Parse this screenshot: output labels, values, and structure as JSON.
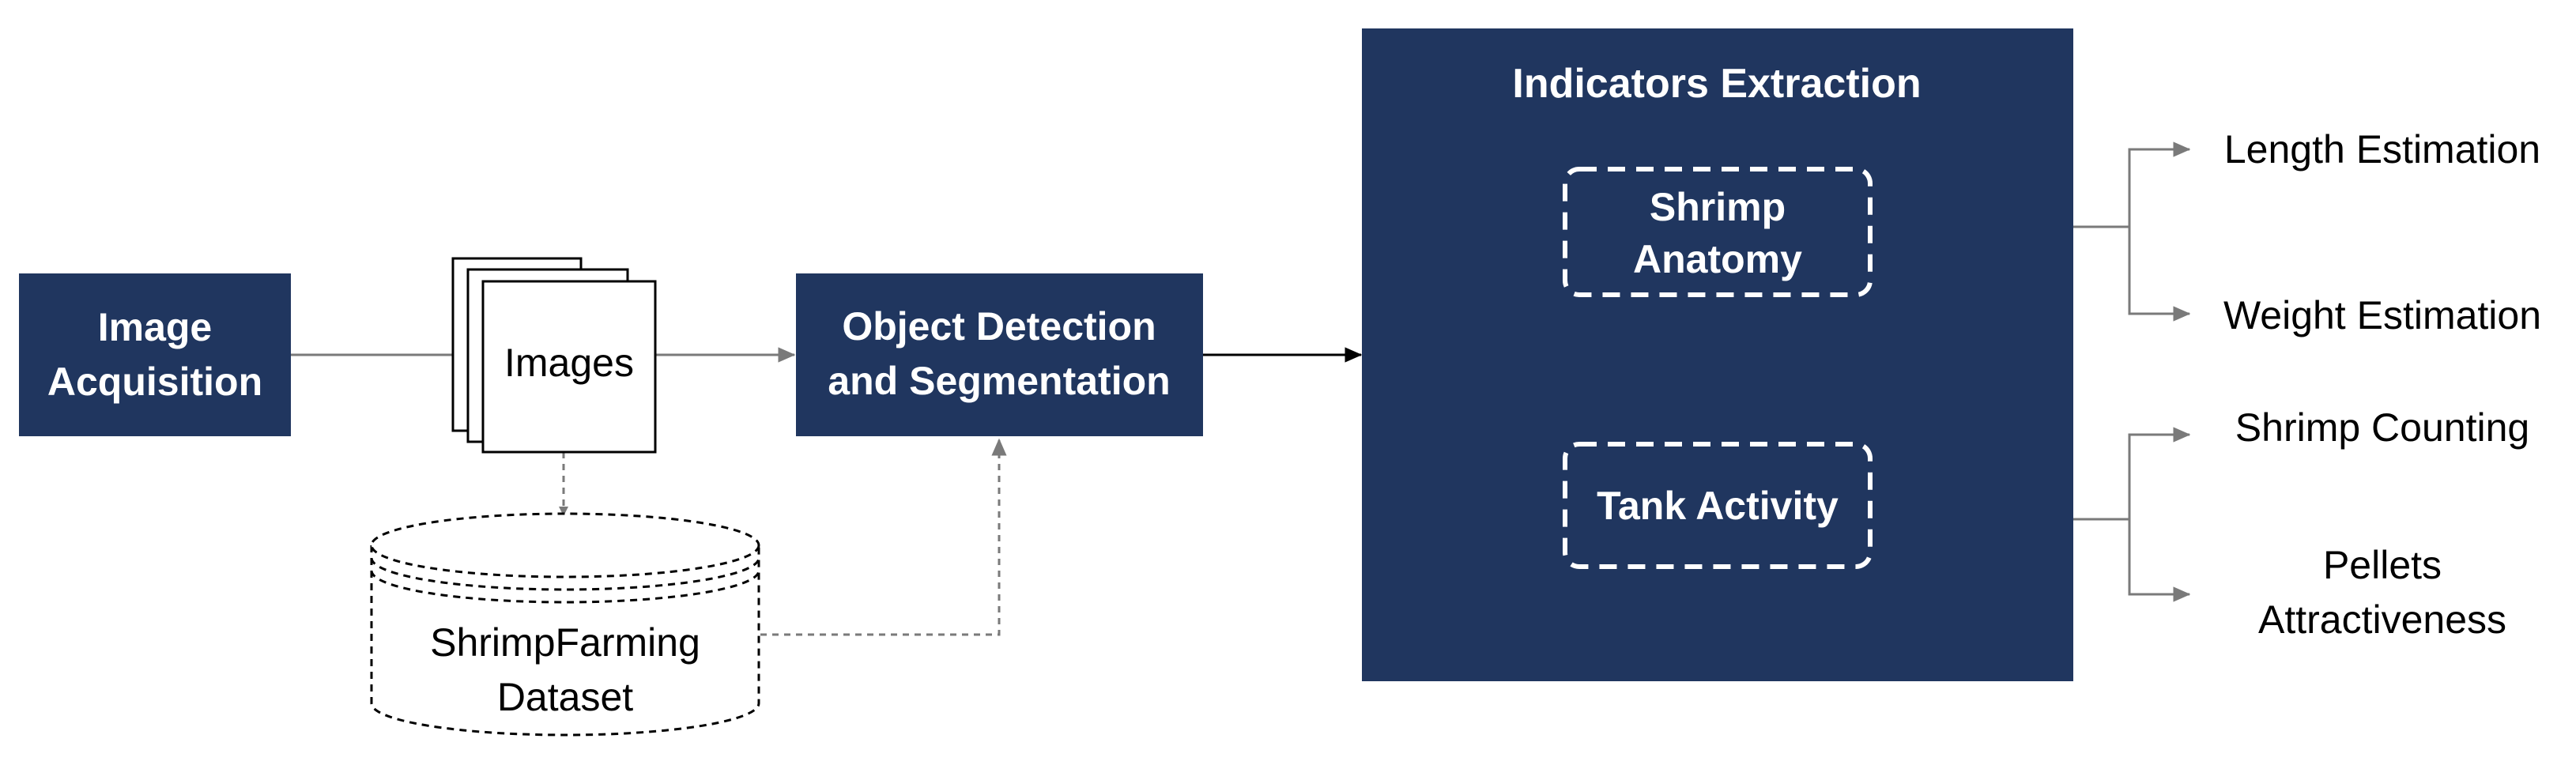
{
  "colors": {
    "navy": "#20365f",
    "white": "#ffffff",
    "black": "#000000",
    "connector_gray": "#7a7a7a"
  },
  "nodes": {
    "image_acquisition": {
      "line1": "Image",
      "line2": "Acquisition"
    },
    "images": {
      "label": "Images"
    },
    "dataset": {
      "line1": "ShrimpFarming",
      "line2": "Dataset"
    },
    "object_detection": {
      "line1": "Object Detection",
      "line2": "and Segmentation"
    },
    "indicators": {
      "title": "Indicators Extraction",
      "shrimp_anatomy": {
        "line1": "Shrimp",
        "line2": "Anatomy"
      },
      "tank_activity": {
        "label": "Tank Activity"
      }
    }
  },
  "outputs": {
    "length_estimation": "Length Estimation",
    "weight_estimation": "Weight Estimation",
    "shrimp_counting": "Shrimp Counting",
    "pellets": {
      "line1": "Pellets",
      "line2": "Attractiveness"
    }
  }
}
